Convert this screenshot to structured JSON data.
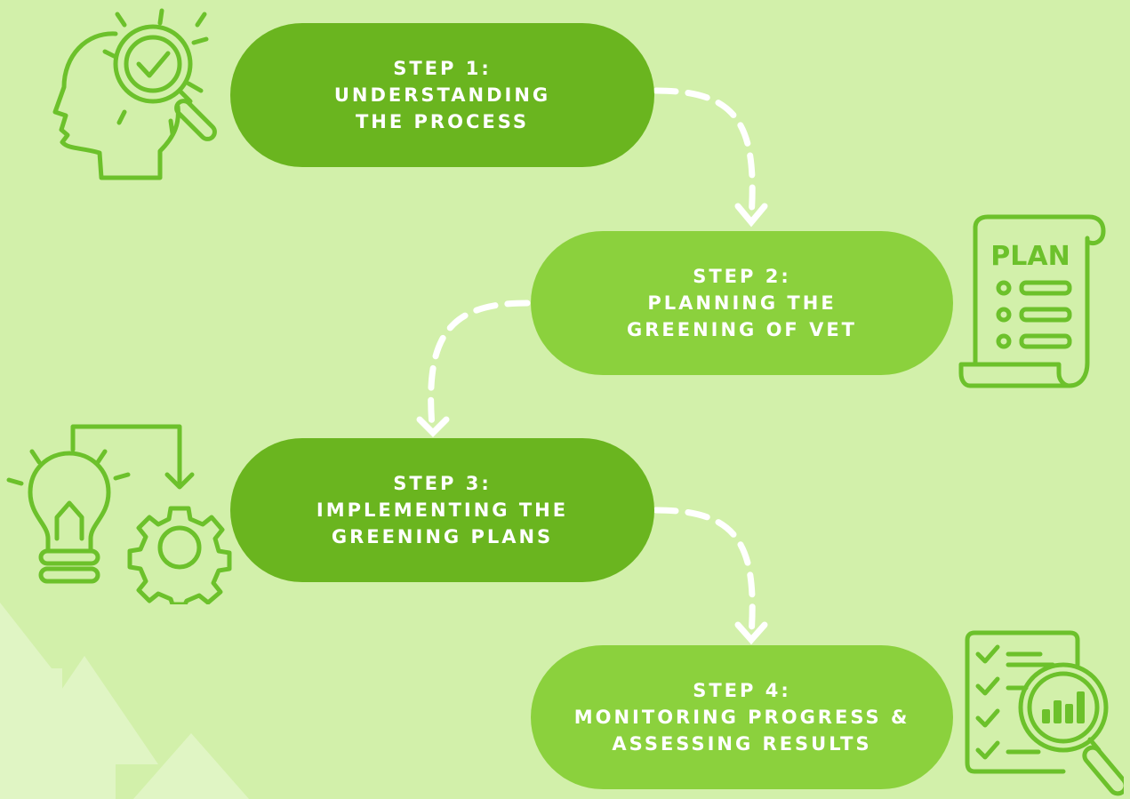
{
  "steps": [
    {
      "id": "step-1",
      "lines": [
        "STEP 1:",
        "UNDERSTANDING",
        "THE PROCESS"
      ]
    },
    {
      "id": "step-2",
      "lines": [
        "STEP 2:",
        "PLANNING THE",
        "GREENING OF VET"
      ]
    },
    {
      "id": "step-3",
      "lines": [
        "STEP 3:",
        "IMPLEMENTING THE",
        "GREENING PLANS"
      ]
    },
    {
      "id": "step-4",
      "lines": [
        "STEP 4:",
        "MONITORING PROGRESS &",
        "ASSESSING RESULTS"
      ]
    }
  ],
  "plan_icon_text": "PLAN",
  "colors": {
    "background": "#d2f0aa",
    "pill_dark": "#6ab51f",
    "pill_light": "#8bd13d",
    "icon_stroke": "#6cc12b",
    "connector": "#ffffff"
  },
  "icons": [
    "head-magnifier-check-icon",
    "plan-scroll-icon",
    "lightbulb-gear-icon",
    "checklist-magnifier-chart-icon"
  ]
}
